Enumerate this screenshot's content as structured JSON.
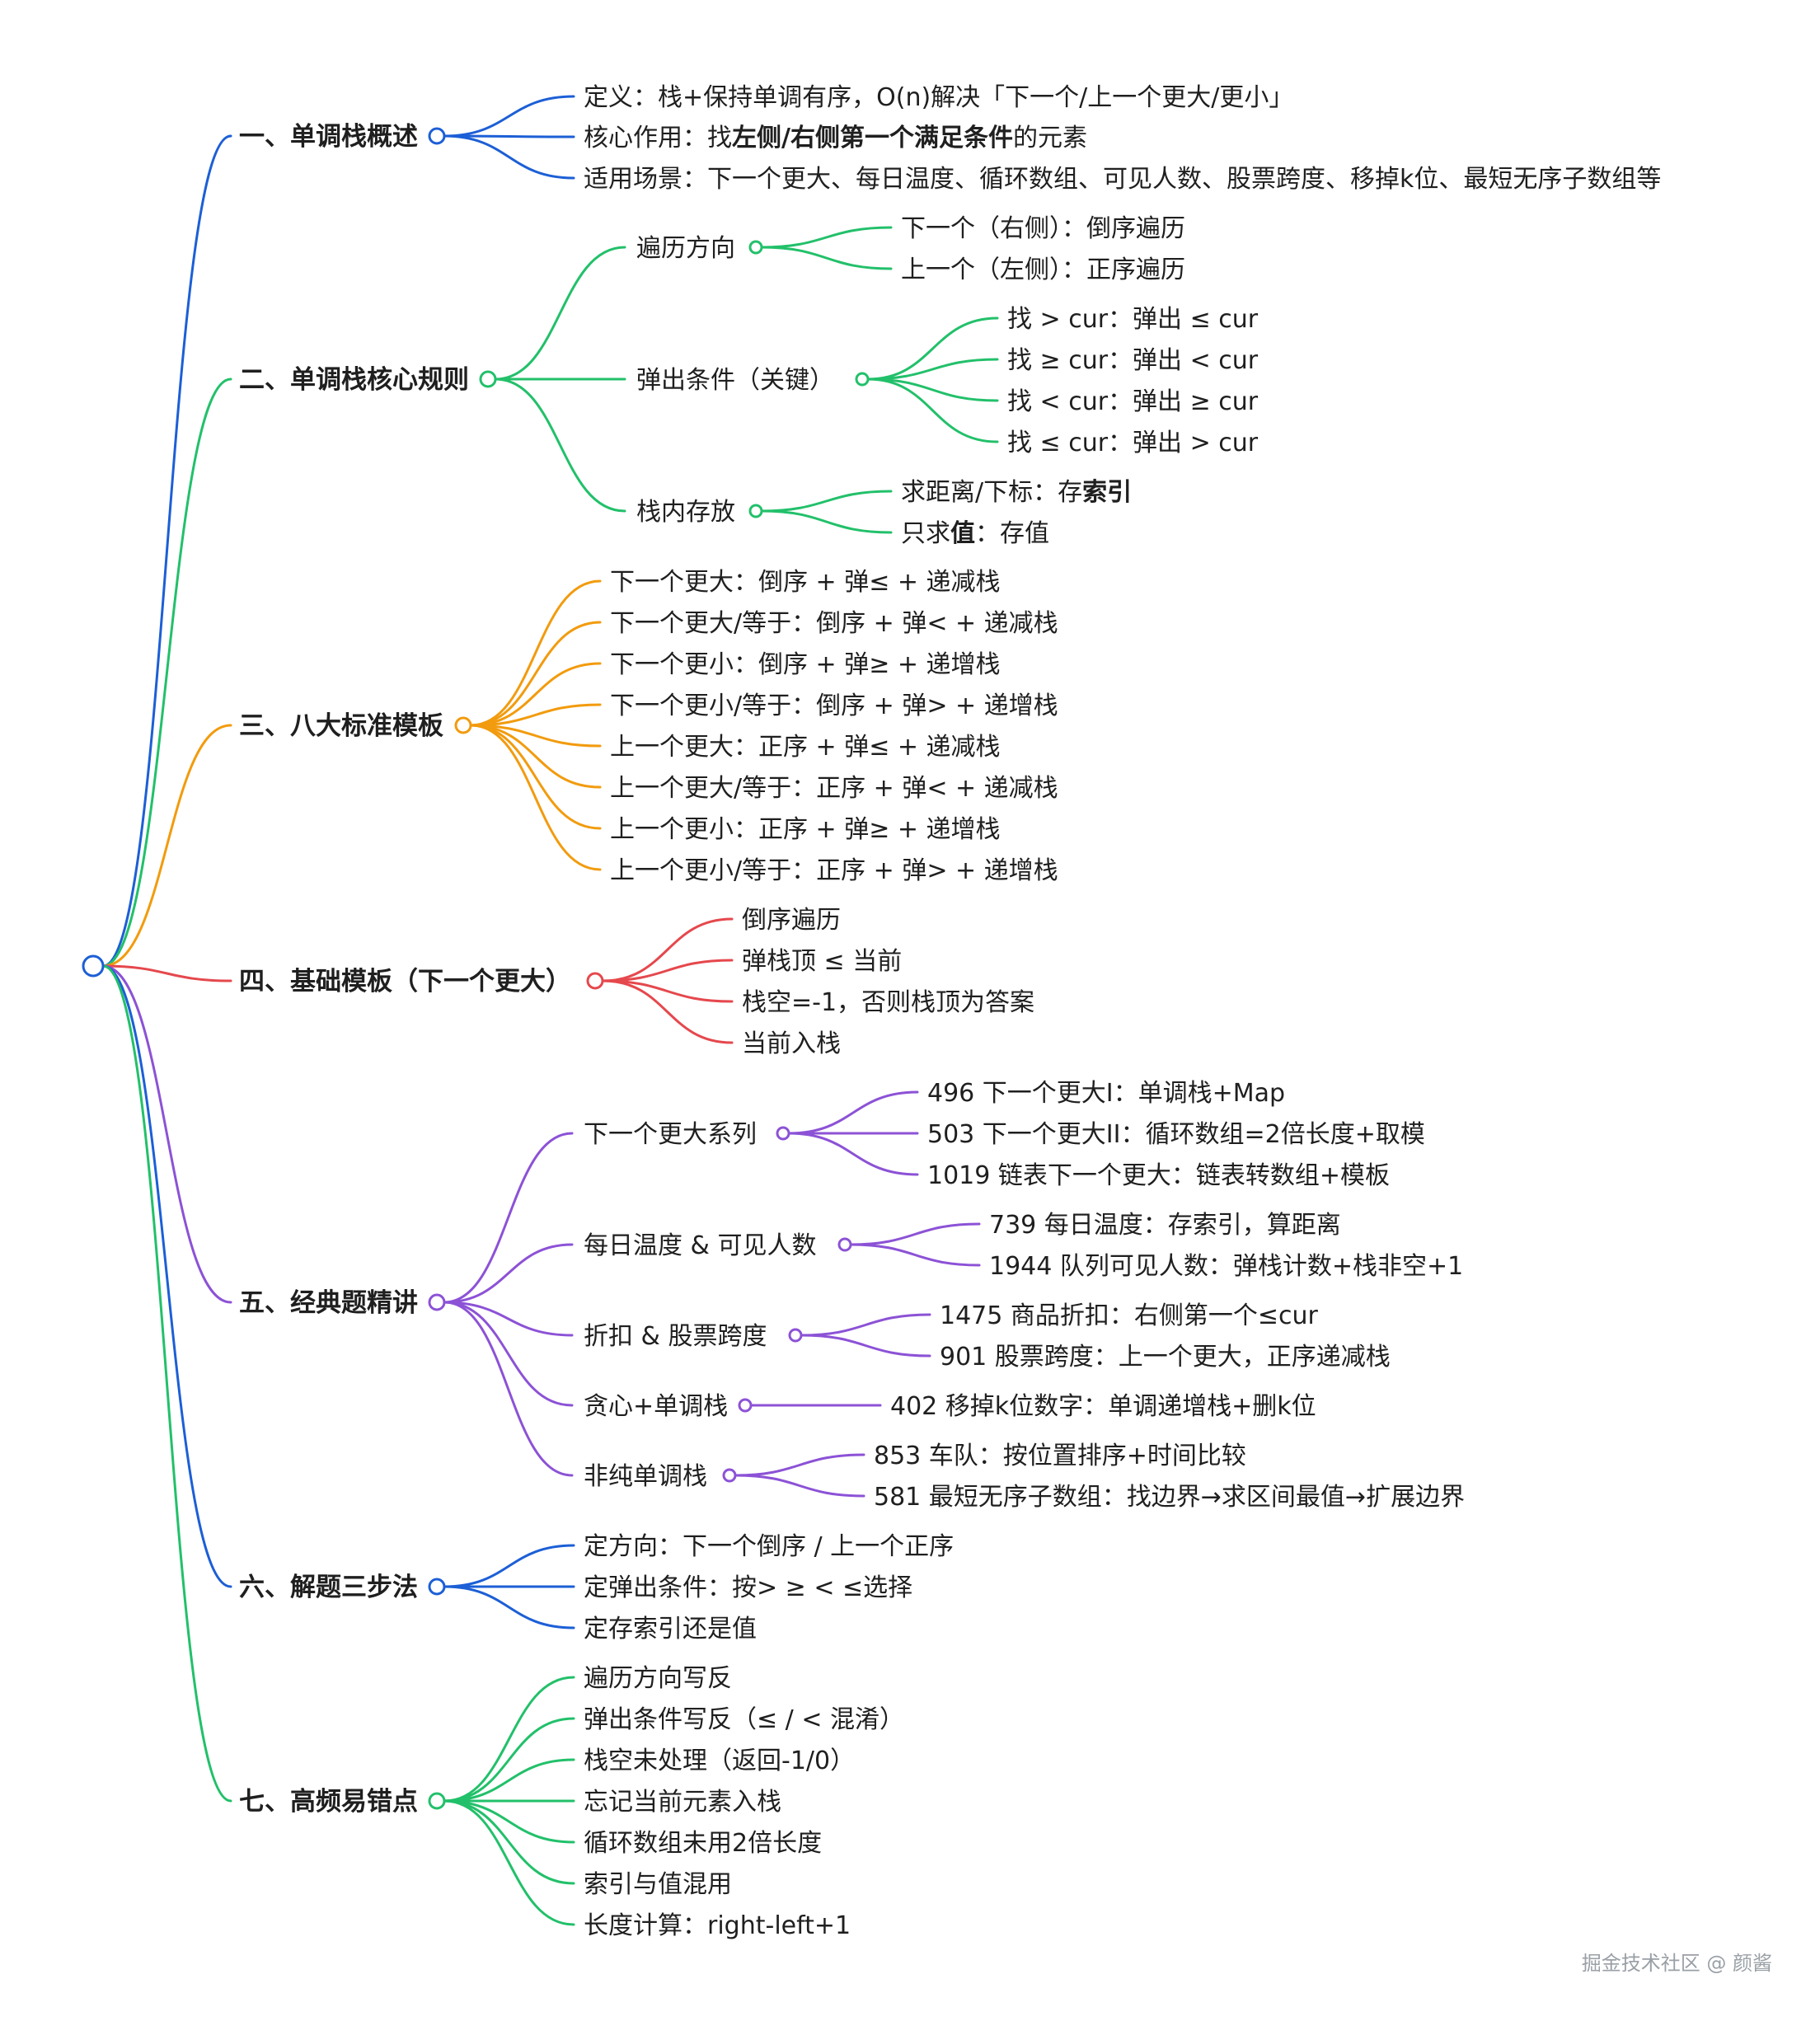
{
  "root": {
    "color": "#1c5fd6"
  },
  "sections": [
    {
      "title": "一、单调栈概述",
      "color": "#1c5fd6",
      "children": [
        {
          "text": "定义：栈+保持单调有序，O(n)解决「下一个/上一个更大/更小」"
        },
        {
          "text": "核心作用：找左侧/右侧第一个满足条件的元素",
          "bold": "左侧/右侧第一个满足条件"
        },
        {
          "text": "适用场景：下一个更大、每日温度、循环数组、可见人数、股票跨度、移掉k位、最短无序子数组等"
        }
      ]
    },
    {
      "title": "二、单调栈核心规则",
      "color": "#22c06a",
      "children": [
        {
          "text": "遍历方向",
          "children": [
            {
              "text": "下一个（右侧）：倒序遍历"
            },
            {
              "text": "上一个（左侧）：正序遍历"
            }
          ]
        },
        {
          "text": "弹出条件（关键）",
          "children": [
            {
              "text": "找 > cur：弹出 ≤ cur"
            },
            {
              "text": "找 ≥ cur：弹出 < cur"
            },
            {
              "text": "找 < cur：弹出 ≥ cur"
            },
            {
              "text": "找 ≤ cur：弹出 > cur"
            }
          ]
        },
        {
          "text": "栈内存放",
          "children": [
            {
              "text": "求距离/下标：存索引",
              "bold": "索引"
            },
            {
              "text": "只求值：存值",
              "bold": "值"
            }
          ]
        }
      ]
    },
    {
      "title": "三、八大标准模板",
      "color": "#f29b0e",
      "children": [
        {
          "text": "下一个更大：倒序 + 弹≤ + 递减栈"
        },
        {
          "text": "下一个更大/等于：倒序 + 弹< + 递减栈"
        },
        {
          "text": "下一个更小：倒序 + 弹≥ + 递增栈"
        },
        {
          "text": "下一个更小/等于：倒序 + 弹> + 递增栈"
        },
        {
          "text": "上一个更大：正序 + 弹≤ + 递减栈"
        },
        {
          "text": "上一个更大/等于：正序 + 弹< + 递减栈"
        },
        {
          "text": "上一个更小：正序 + 弹≥ + 递增栈"
        },
        {
          "text": "上一个更小/等于：正序 + 弹> + 递增栈"
        }
      ]
    },
    {
      "title": "四、基础模板（下一个更大）",
      "color": "#e5484d",
      "children": [
        {
          "text": "倒序遍历"
        },
        {
          "text": "弹栈顶 ≤ 当前"
        },
        {
          "text": "栈空=-1，否则栈顶为答案"
        },
        {
          "text": "当前入栈"
        }
      ]
    },
    {
      "title": "五、经典题精讲",
      "color": "#8c52d6",
      "children": [
        {
          "text": "下一个更大系列",
          "children": [
            {
              "text": "496 下一个更大I：单调栈+Map"
            },
            {
              "text": "503 下一个更大II：循环数组=2倍长度+取模"
            },
            {
              "text": "1019 链表下一个更大：链表转数组+模板"
            }
          ]
        },
        {
          "text": "每日温度 & 可见人数",
          "children": [
            {
              "text": "739 每日温度：存索引，算距离"
            },
            {
              "text": "1944 队列可见人数：弹栈计数+栈非空+1"
            }
          ]
        },
        {
          "text": "折扣 & 股票跨度",
          "children": [
            {
              "text": "1475 商品折扣：右侧第一个≤cur"
            },
            {
              "text": "901 股票跨度：上一个更大，正序递减栈"
            }
          ]
        },
        {
          "text": "贪心+单调栈",
          "children": [
            {
              "text": "402 移掉k位数字：单调递增栈+删k位"
            }
          ]
        },
        {
          "text": "非纯单调栈",
          "children": [
            {
              "text": "853 车队：按位置排序+时间比较"
            },
            {
              "text": "581 最短无序子数组：找边界→求区间最值→扩展边界"
            }
          ]
        }
      ]
    },
    {
      "title": "六、解题三步法",
      "color": "#1c5fd6",
      "children": [
        {
          "text": "定方向：下一个倒序 / 上一个正序"
        },
        {
          "text": "定弹出条件：按> ≥ < ≤选择"
        },
        {
          "text": "定存索引还是值"
        }
      ]
    },
    {
      "title": "七、高频易错点",
      "color": "#22c06a",
      "children": [
        {
          "text": "遍历方向写反"
        },
        {
          "text": "弹出条件写反（≤ / < 混淆）"
        },
        {
          "text": "栈空未处理（返回-1/0）"
        },
        {
          "text": "忘记当前元素入栈"
        },
        {
          "text": "循环数组未用2倍长度"
        },
        {
          "text": "索引与值混用"
        },
        {
          "text": "长度计算：right-left+1"
        }
      ]
    }
  ],
  "watermark": "掘金技术社区 @ 颜酱"
}
